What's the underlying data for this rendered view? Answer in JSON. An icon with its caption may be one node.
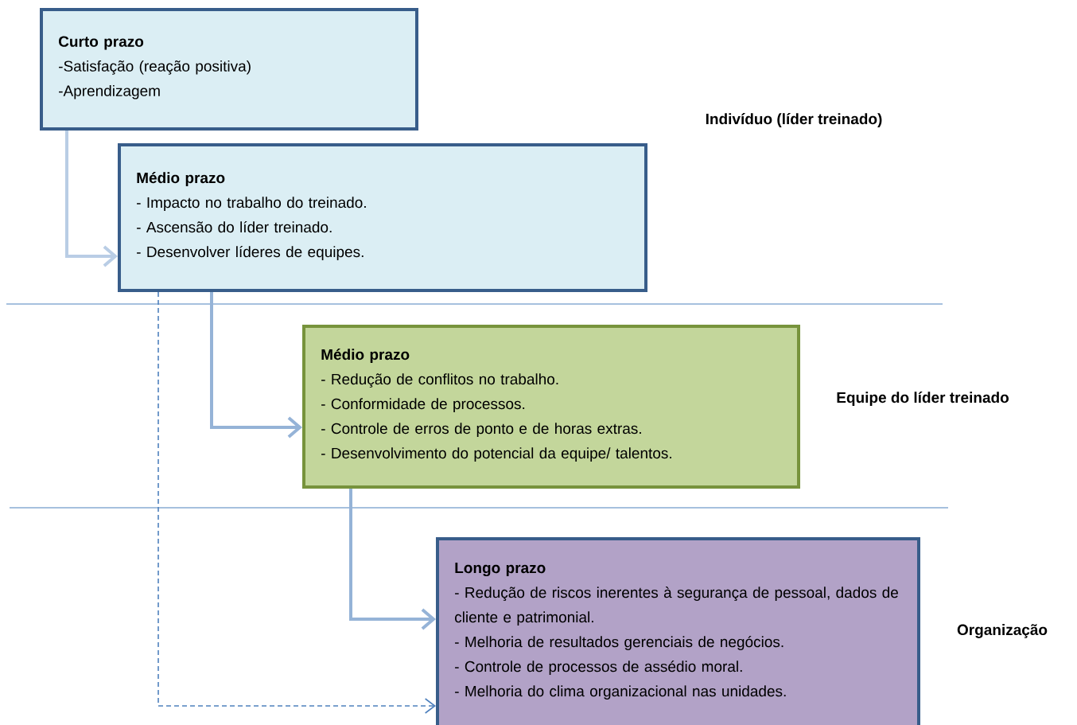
{
  "diagram": {
    "nodes": [
      {
        "text": [
          "Curto prazo",
          "-Satisfação (reação positiva)",
          "-Aprendizagem"
        ]
      },
      {
        "text": [
          "Médio prazo",
          "- Impacto no trabalho do treinado.",
          "- Ascensão do líder treinado.",
          "- Desenvolver líderes de equipes."
        ]
      },
      {
        "text": [
          "Médio prazo",
          "- Redução de conflitos no trabalho.",
          "- Conformidade de processos.",
          "- Controle de erros de ponto e de horas extras.",
          "- Desenvolvimento do potencial da equipe/ talentos."
        ]
      },
      {
        "text": [
          "Longo prazo",
          "- Redução de riscos inerentes à segurança de pessoal, dados de cliente e patrimonial.",
          "- Melhoria de resultados gerenciais de negócios.",
          "- Controle de processos de assédio moral.",
          "- Melhoria do clima organizacional nas unidades."
        ]
      }
    ],
    "edges": [
      {
        "from": 0,
        "to": 1,
        "arrow": "to",
        "color": "#b9cde5"
      },
      {
        "from": 1,
        "to": 2,
        "arrow": "to"
      },
      {
        "from": 2,
        "to": 3,
        "arrow": "to"
      },
      {
        "from": 1,
        "to": 3,
        "arrow": "to",
        "style": "dashed",
        "color": "#4f81bd"
      }
    ],
    "labels": [
      "Indivíduo (líder treinado)",
      "Equipe do líder treinado",
      "Organização"
    ]
  }
}
